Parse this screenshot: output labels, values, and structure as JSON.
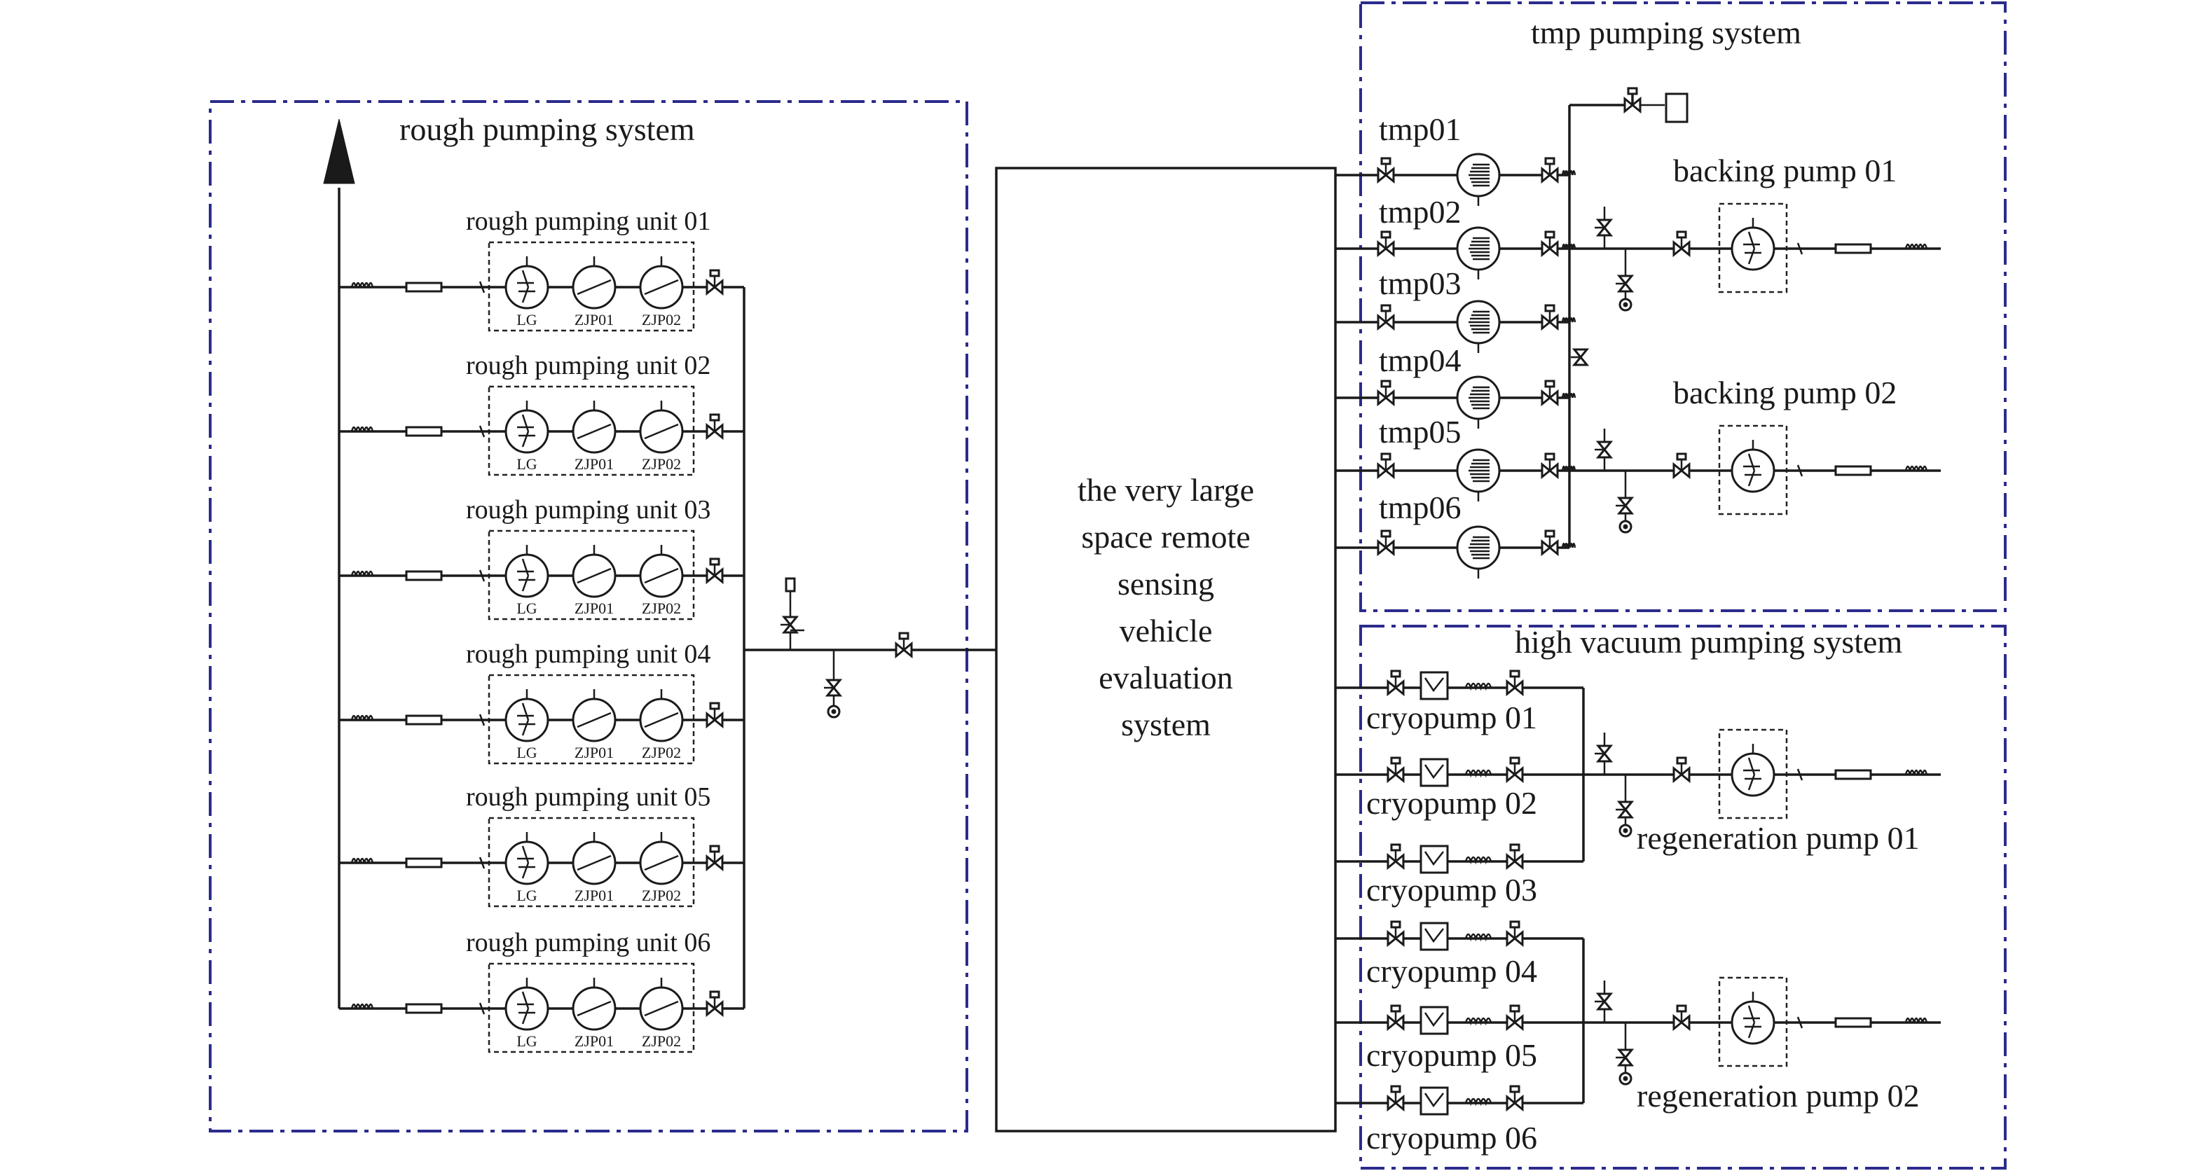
{
  "rough_system": {
    "title": "rough pumping system",
    "units": [
      {
        "label": "rough pumping unit 01",
        "pumps": [
          "LG",
          "ZJP01",
          "ZJP02"
        ]
      },
      {
        "label": "rough pumping unit 02",
        "pumps": [
          "LG",
          "ZJP01",
          "ZJP02"
        ]
      },
      {
        "label": "rough pumping unit 03",
        "pumps": [
          "LG",
          "ZJP01",
          "ZJP02"
        ]
      },
      {
        "label": "rough pumping unit 04",
        "pumps": [
          "LG",
          "ZJP01",
          "ZJP02"
        ]
      },
      {
        "label": "rough pumping unit 05",
        "pumps": [
          "LG",
          "ZJP01",
          "ZJP02"
        ]
      },
      {
        "label": "rough pumping unit 06",
        "pumps": [
          "LG",
          "ZJP01",
          "ZJP02"
        ]
      }
    ]
  },
  "center": {
    "lines": [
      "the very large",
      "space remote",
      "sensing",
      "vehicle",
      "evaluation",
      "system"
    ]
  },
  "tmp_system": {
    "title": "tmp pumping system",
    "pumps": [
      "tmp01",
      "tmp02",
      "tmp03",
      "tmp04",
      "tmp05",
      "tmp06"
    ],
    "backing": [
      "backing pump 01",
      "backing pump 02"
    ]
  },
  "hv_system": {
    "title": "high vacuum pumping system",
    "cryopumps": [
      "cryopump 01",
      "cryopump 02",
      "cryopump 03",
      "cryopump 04",
      "cryopump 05",
      "cryopump 06"
    ],
    "regeneration": [
      "regeneration pump 01",
      "regeneration pump 02"
    ]
  }
}
